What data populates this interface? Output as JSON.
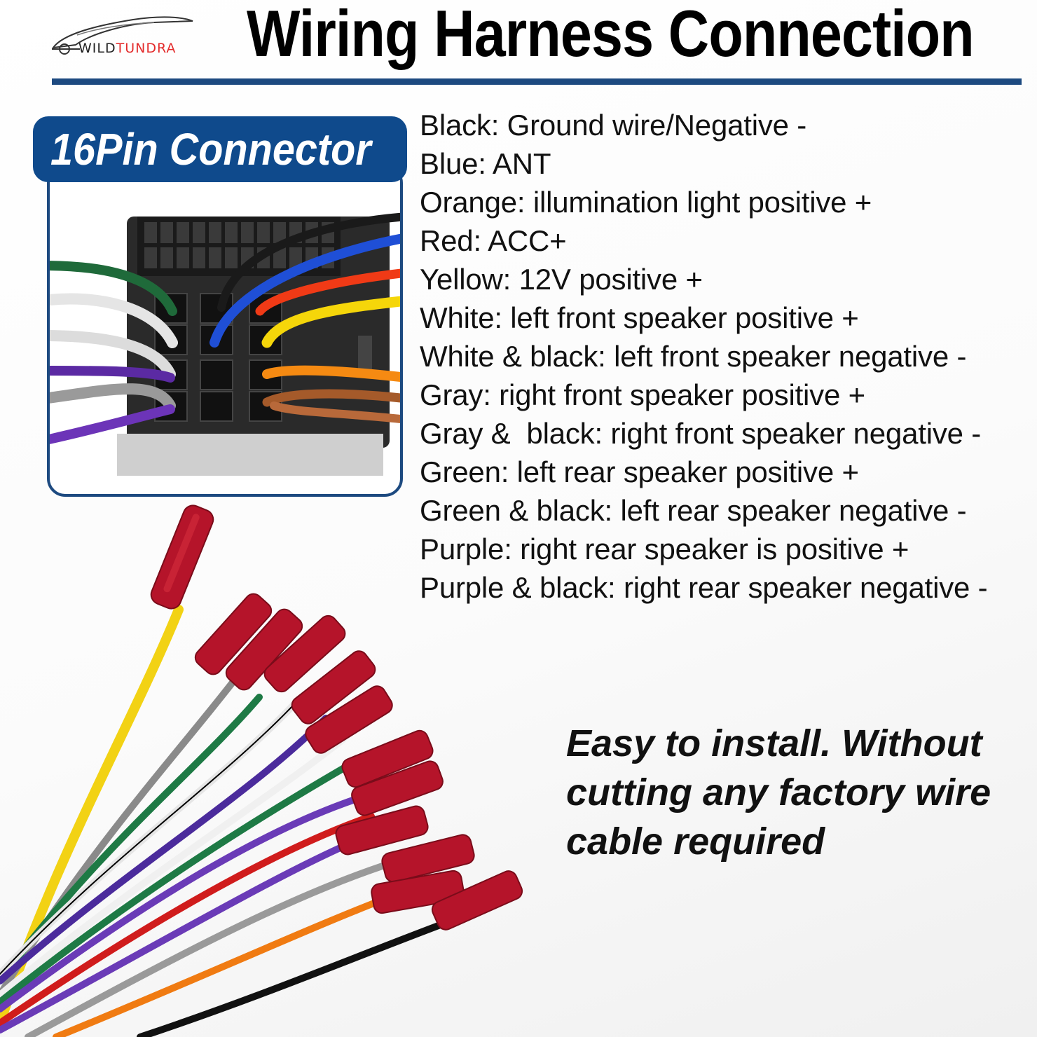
{
  "brand": {
    "logo_icon": "car-silhouette-icon",
    "name_part1": "WILD",
    "name_part2": "TUNDRA",
    "accent_color": "#e32b2b"
  },
  "title": "Wiring Harness Connection",
  "connector": {
    "label": "16Pin Connector",
    "icon": "iso-connector-icon"
  },
  "legend": [
    "Black: Ground wire/Negative -",
    "Blue: ANT",
    "Orange: illumination light positive +",
    "Red: ACC+",
    "Yellow: 12V positive +",
    "White: left front speaker positive +",
    "White & black: left front speaker negative -",
    "Gray: right front speaker positive +",
    "Gray &  black: right front speaker negative -",
    "Green: left rear speaker positive +",
    "Green & black: left rear speaker negative -",
    "Purple: right rear speaker is positive +",
    "Purple & black: right rear speaker negative -"
  ],
  "note_lines": [
    "Easy to install. Without",
    "cutting any factory wire",
    "cable required"
  ],
  "colors": {
    "accent_blue": "#1d4a80",
    "label_bg": "#0f4a8c",
    "crimp_red": "#b5142a"
  }
}
